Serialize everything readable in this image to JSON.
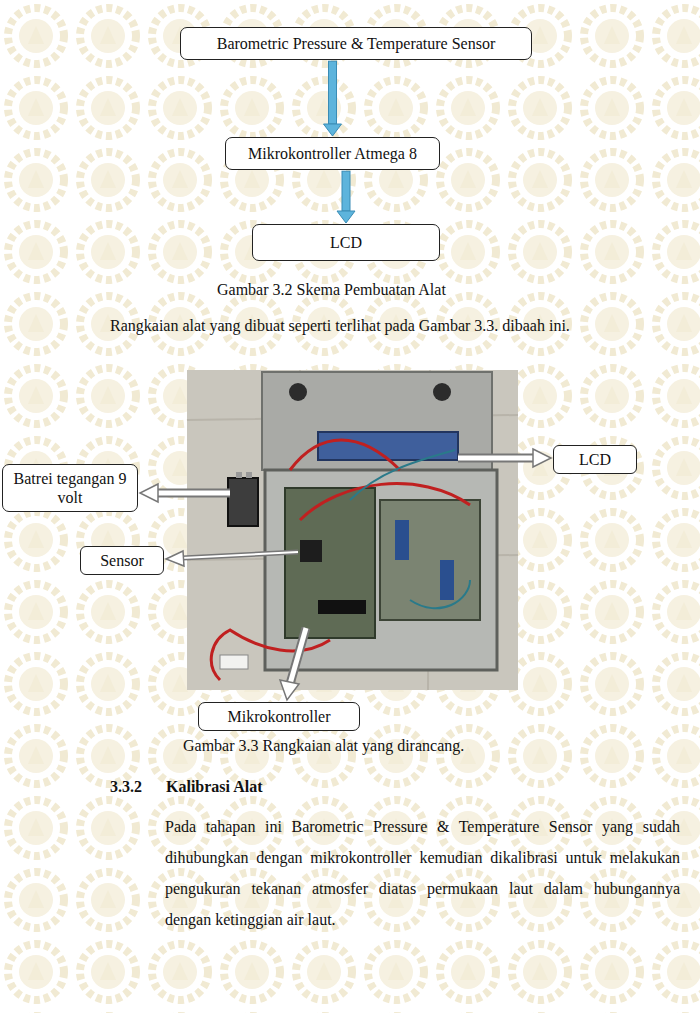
{
  "diagram": {
    "nodes": [
      {
        "text": [
          "Barometric Pressure & Temperature Sensor"
        ]
      },
      {
        "text": [
          "Mikrokontroller Atmega 8"
        ]
      },
      {
        "text": [
          "LCD"
        ]
      },
      {
        "text": [
          "LCD"
        ]
      },
      {
        "text": [
          "Batrei tegangan 9 volt"
        ]
      },
      {
        "text": [
          "Sensor"
        ]
      },
      {
        "text": [
          "Mikrokontroller"
        ]
      }
    ],
    "edges": [
      {
        "from": 0,
        "to": 1,
        "arrow": "to"
      },
      {
        "from": 1,
        "to": 2,
        "arrow": "to"
      }
    ],
    "labels": [
      "Gambar 3.2 Skema Pembuatan Alat",
      "Rangkaian alat yang dibuat seperti terlihat pada Gambar 3.3. dibaah ini.",
      "Gambar 3.3 Rangkaian alat yang dirancang.",
      "3.3.2",
      "Kalibrasi Alat",
      "Pada tahapan ini Barometric Pressure & Temperature Sensor yang sudah dihubungkan dengan mikrokontroller kemudian dikalibrasi untuk melakukan pengukuran tekanan atmosfer diatas permukaan laut dalam hubungannya dengan ketinggian air laut."
    ]
  }
}
